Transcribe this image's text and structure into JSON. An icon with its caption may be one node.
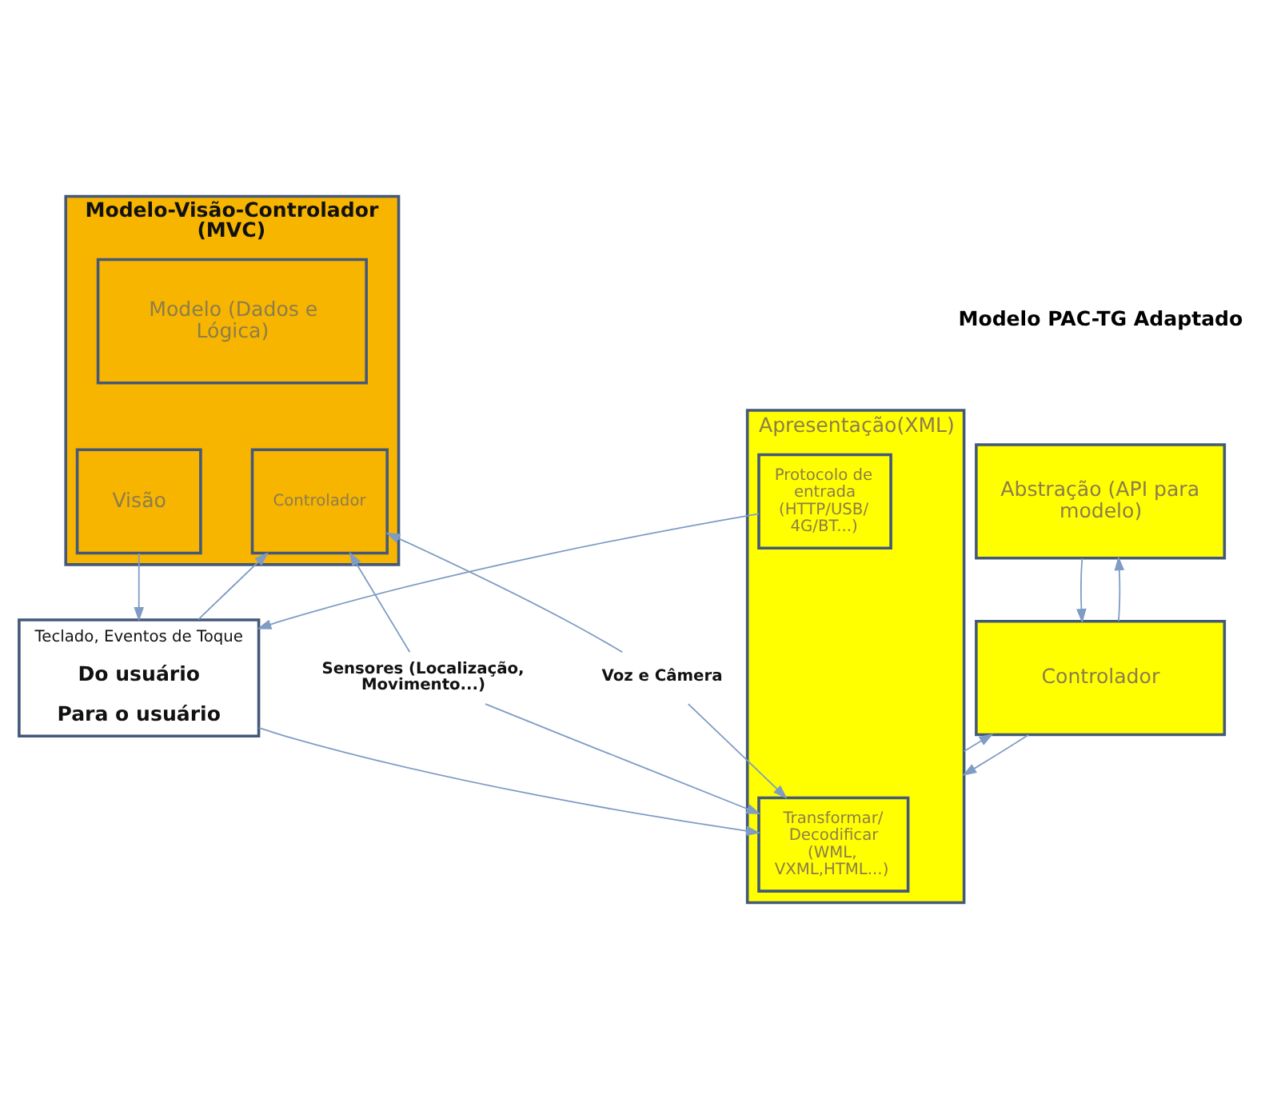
{
  "diagram": {
    "nodes": [
      {
        "text": [
          "Modelo-Visão-Controlador (MVC)"
        ]
      },
      {
        "text": [
          "Modelo (Dados e Lógica)"
        ],
        "in": 0
      },
      {
        "text": [
          "Visão"
        ],
        "in": 0
      },
      {
        "text": [
          "Controlador"
        ],
        "in": 0
      },
      {
        "text": [
          "Abstração (API para modelo)"
        ]
      },
      {
        "text": [
          "Controlador"
        ]
      },
      {
        "text": [
          "Apresentação(XML)"
        ]
      },
      {
        "text": [
          "Transformar/ Decodificar (WML, VXML,HTML...)"
        ],
        "in": 6
      },
      {
        "text": [
          "Protocolo de entrada (HTTP/USB/ 4G/BT...)"
        ],
        "in": 6
      },
      {
        "text": [
          "Sensores (Localização, Movimento...)"
        ]
      },
      {
        "text": [
          "Voz e Câmera"
        ]
      },
      {
        "text": [
          "Teclado, Eventos de Toque",
          "Do usuário",
          "Para o usuário"
        ]
      }
    ],
    "edges": [
      {
        "from": 4,
        "to": 5,
        "arrow": "to"
      },
      {
        "from": 5,
        "to": 4,
        "arrow": "to"
      },
      {
        "from": 5,
        "to": 6,
        "arrow": "to"
      },
      {
        "from": 6,
        "to": 5,
        "arrow": "to"
      },
      {
        "from": 9,
        "to": 3,
        "arrow": "to"
      },
      {
        "from": 10,
        "to": 3,
        "arrow": "to"
      },
      {
        "from": 9,
        "to": 7,
        "arrow": "to"
      },
      {
        "from": 10,
        "to": 7,
        "arrow": "to"
      },
      {
        "from": 11,
        "to": 3,
        "arrow": "to"
      },
      {
        "from": 2,
        "to": 11,
        "arrow": "to"
      },
      {
        "from": 11,
        "to": 7,
        "arrow": "to"
      },
      {
        "from": 8,
        "to": 11,
        "arrow": "to"
      }
    ],
    "labels": [
      "Modelo PAC-TG Adaptado"
    ]
  }
}
